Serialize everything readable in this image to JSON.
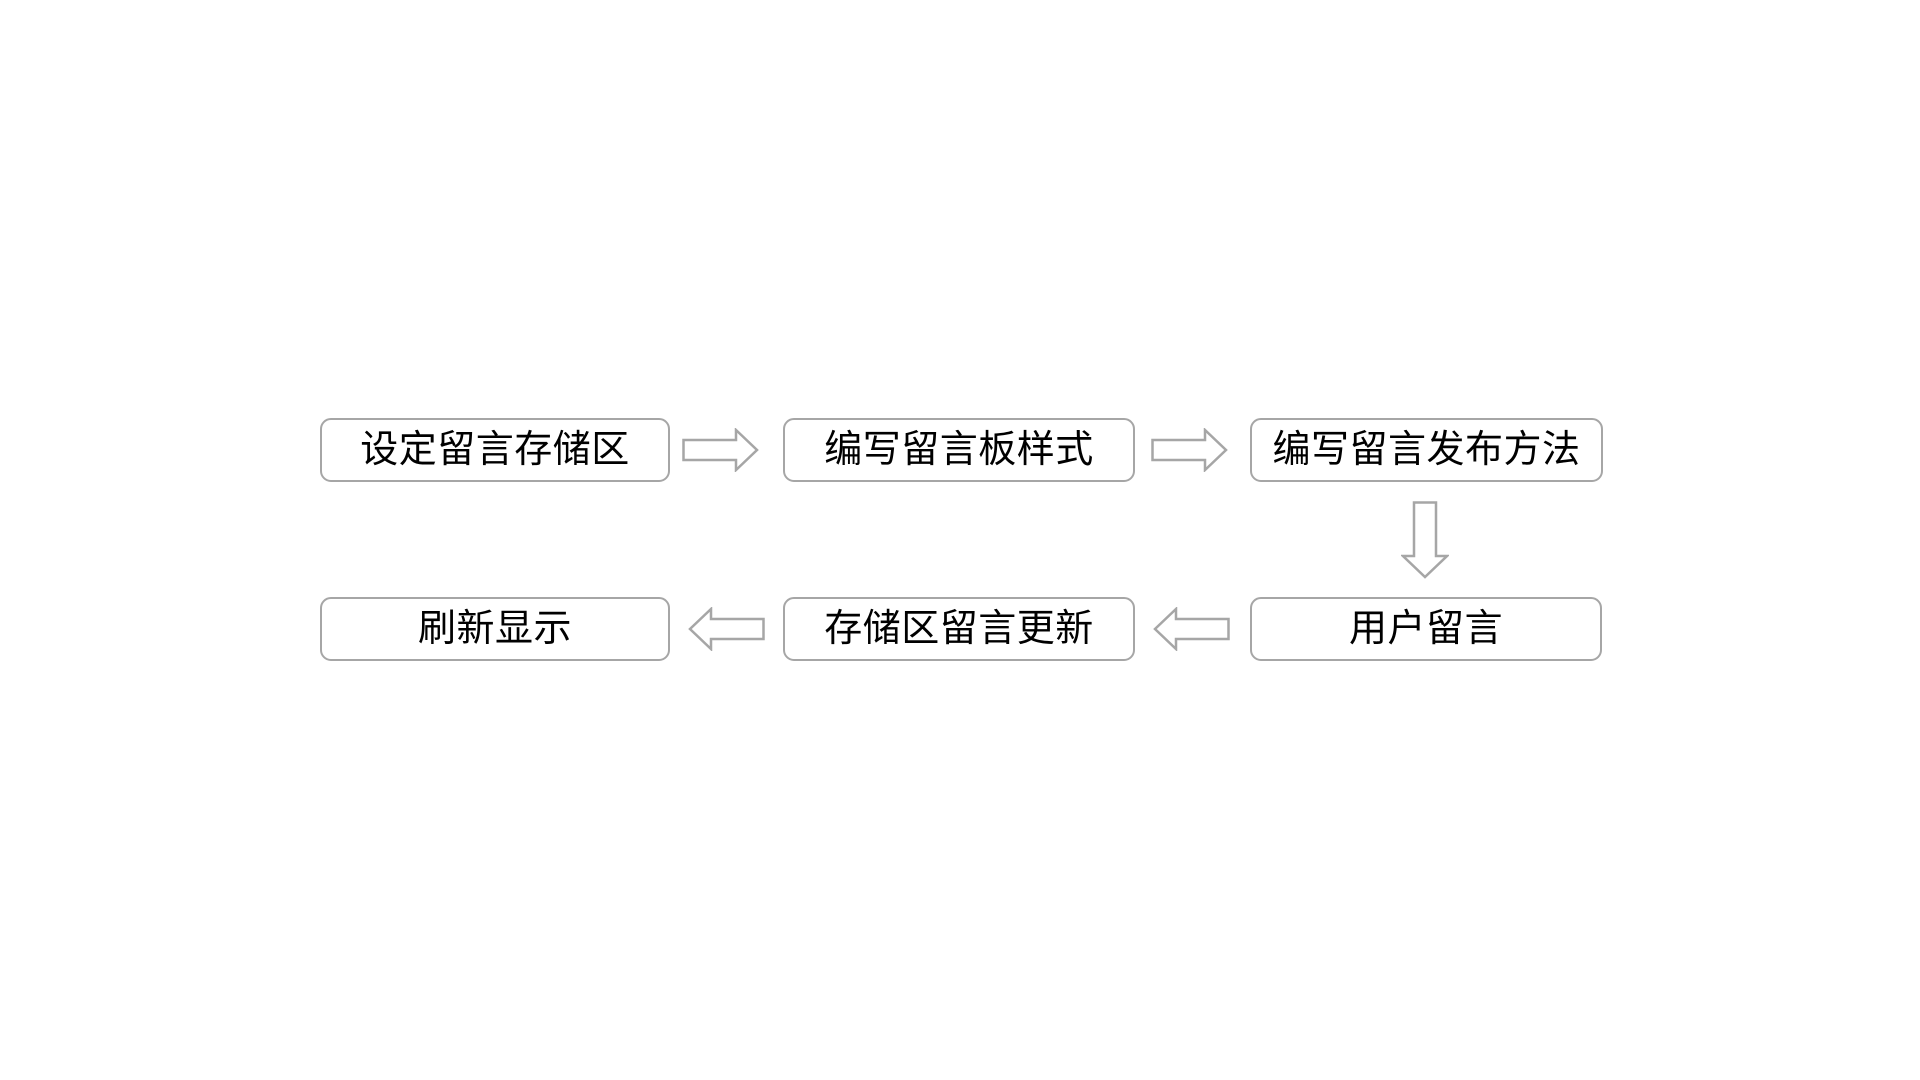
{
  "diagram": {
    "background_color": "#ffffff",
    "box_border_color": "#a6a6a6",
    "box_fill_color": "#ffffff",
    "arrow_outline_color": "#a6a6a6",
    "arrow_fill_color": "#ffffff",
    "text_color": "#000000",
    "nodes": [
      {
        "id": "step-1",
        "label": "设定留言存储区"
      },
      {
        "id": "step-2",
        "label": "编写留言板样式"
      },
      {
        "id": "step-3",
        "label": "编写留言发布方法"
      },
      {
        "id": "step-4",
        "label": "用户留言"
      },
      {
        "id": "step-5",
        "label": "存储区留言更新"
      },
      {
        "id": "step-6",
        "label": "刷新显示"
      }
    ],
    "connectors": [
      {
        "from": "设定留言存储区",
        "to": "编写留言板样式",
        "direction": "right"
      },
      {
        "from": "编写留言板样式",
        "to": "编写留言发布方法",
        "direction": "right"
      },
      {
        "from": "编写留言发布方法",
        "to": "用户留言",
        "direction": "down"
      },
      {
        "from": "用户留言",
        "to": "存储区留言更新",
        "direction": "left"
      },
      {
        "from": "存储区留言更新",
        "to": "刷新显示",
        "direction": "left"
      }
    ]
  }
}
